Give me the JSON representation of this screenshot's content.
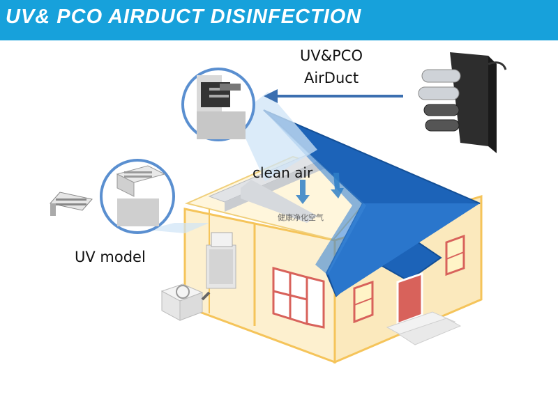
{
  "header": {
    "title": "UV& PCO AIRDUCT DISINFECTION"
  },
  "labels": {
    "product_line1": "UV&PCO",
    "product_line2": "AirDuct",
    "clean_air": "clean air",
    "chinese_caption": "健康净化空气",
    "uv_model": "UV model"
  },
  "colors": {
    "banner": "#17a1db",
    "roof": "#1c63b8",
    "wall": "#fdf0cf",
    "frame": "#f5c45a",
    "door": "#d8625b",
    "arrow": "#2f7fc7"
  },
  "icons": {
    "product": "uv-lamp-device-icon",
    "arrow": "left-arrow-icon",
    "uv_unit": "uv-module-icon"
  }
}
